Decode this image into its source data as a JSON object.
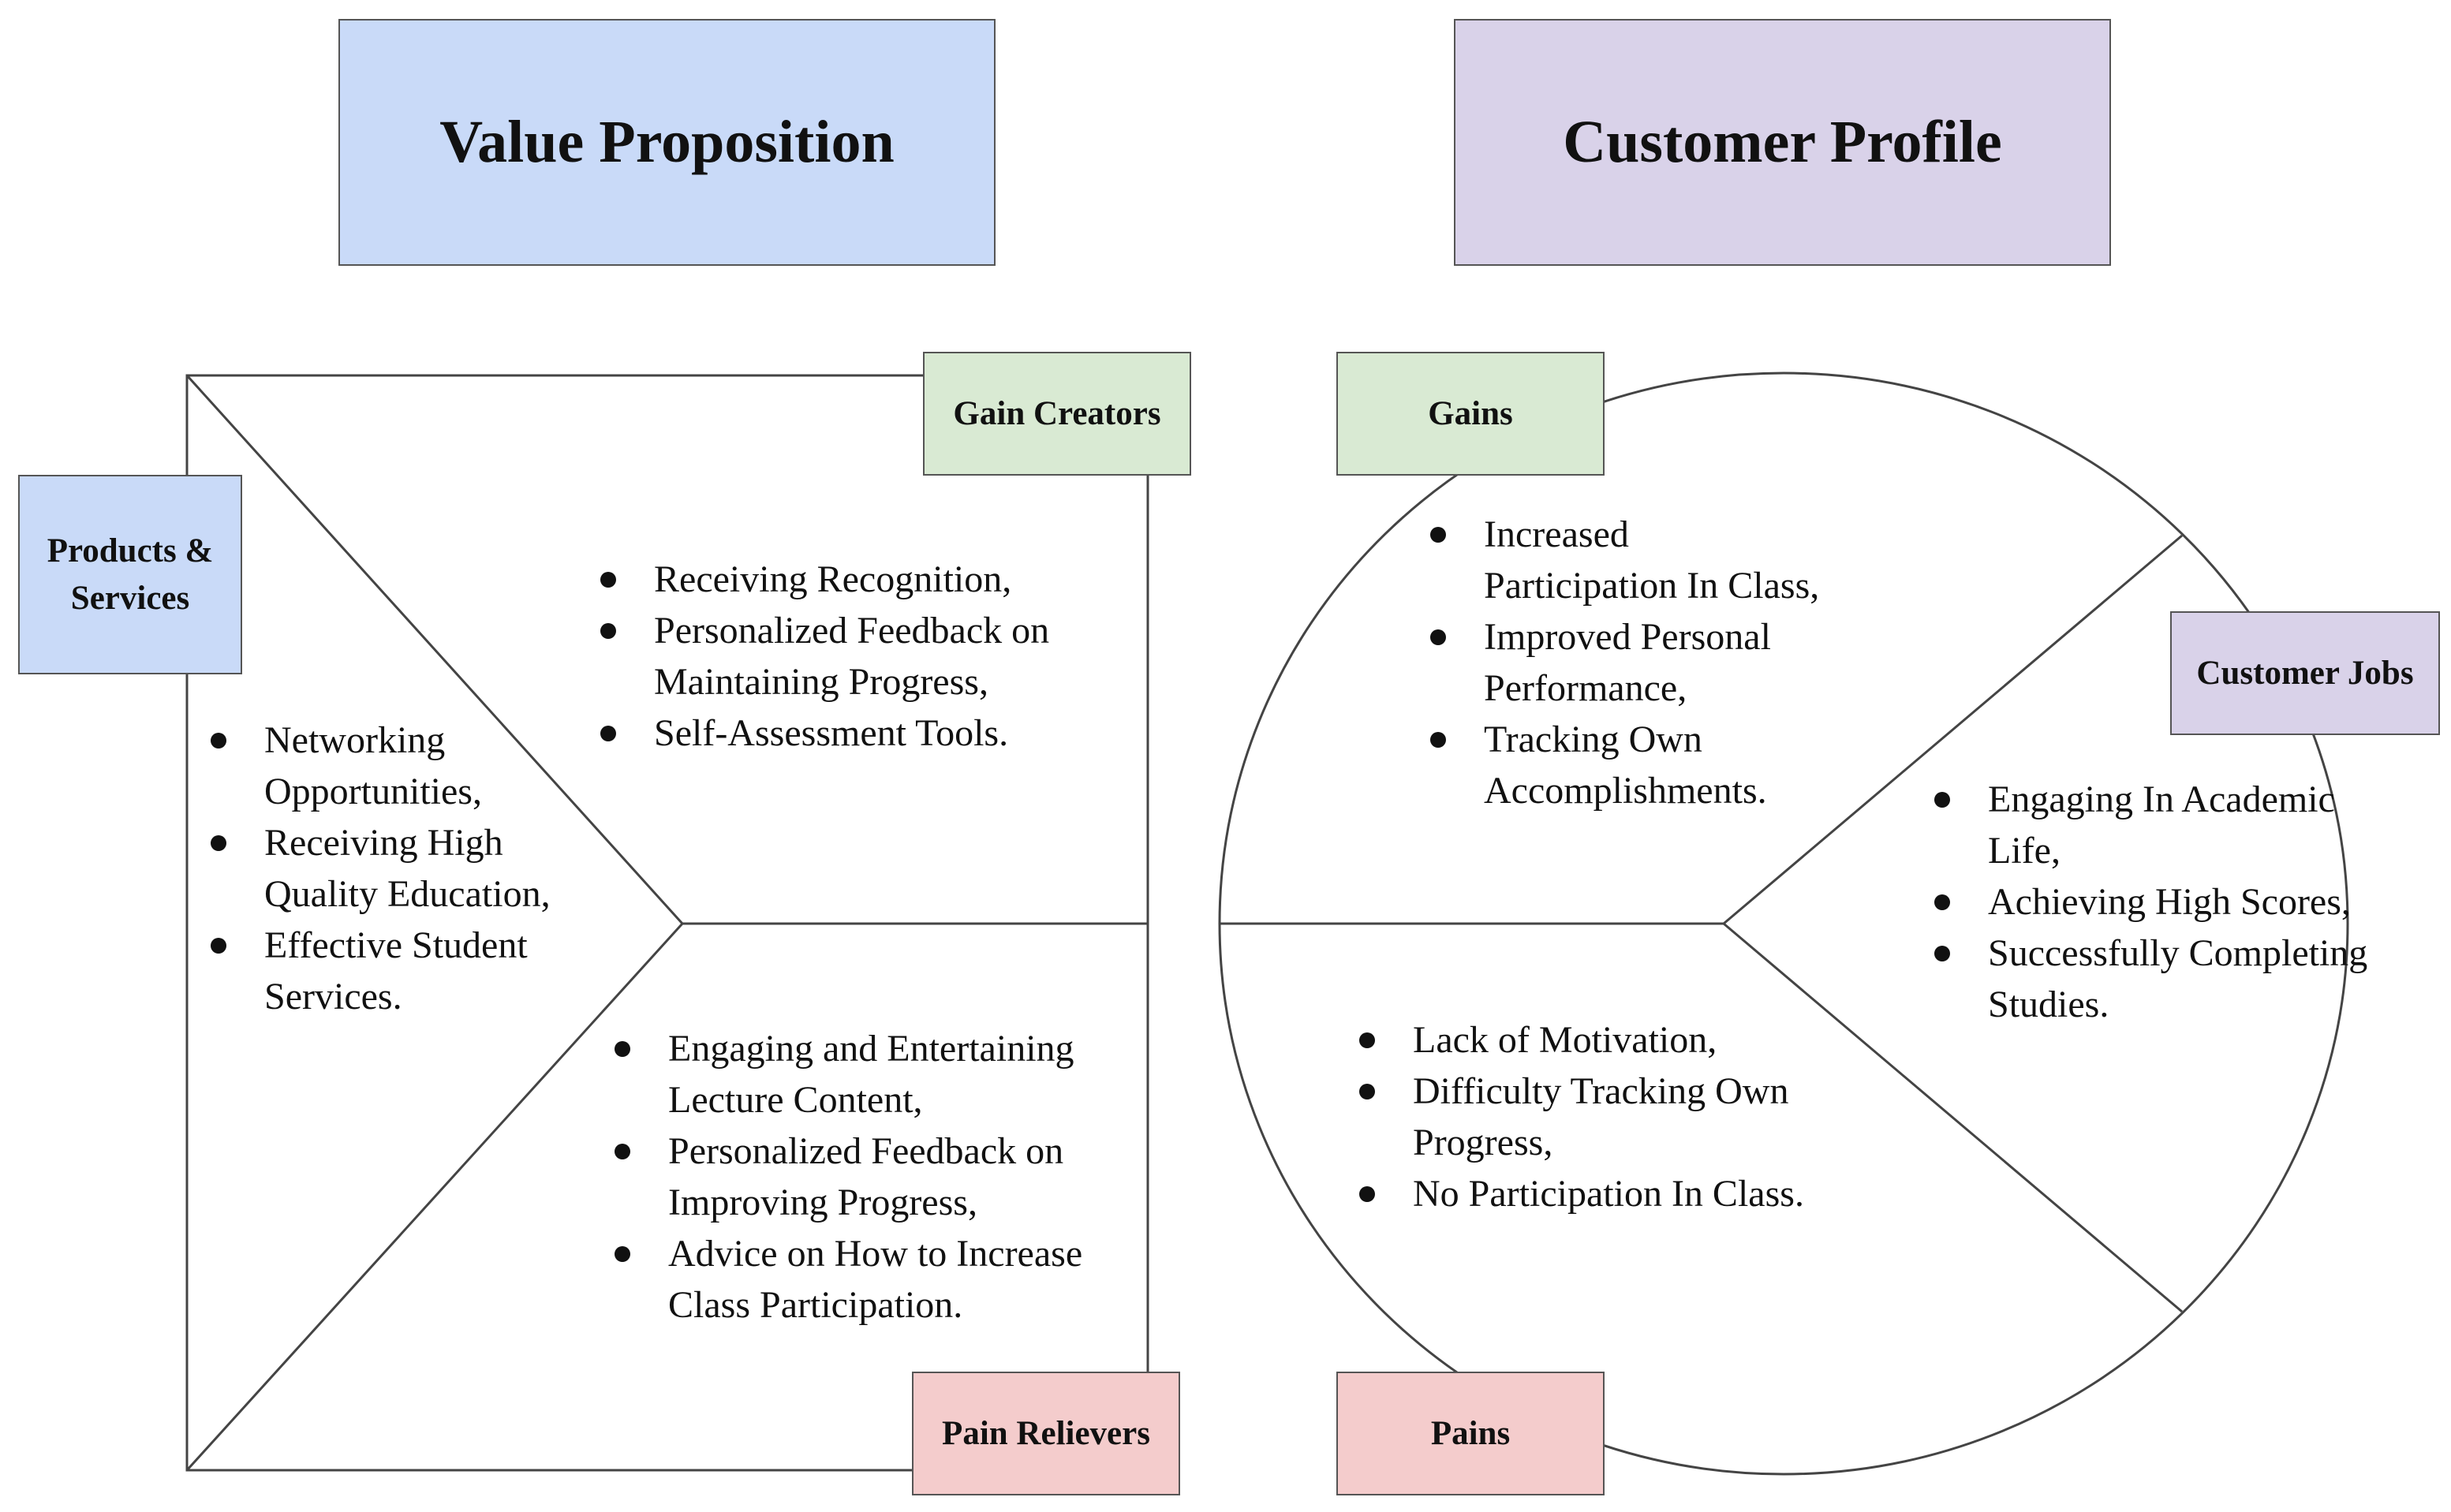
{
  "value_proposition": {
    "title": "Value Proposition",
    "color": "#c9daf8",
    "gain_creators": {
      "label": "Gain Creators",
      "color": "#d9ead3",
      "items": [
        "Receiving Recognition,",
        "Personalized Feedback on Maintaining Progress,",
        "Self-Assessment Tools."
      ]
    },
    "products_services": {
      "label_line1": "Products &",
      "label_line2": "Services",
      "color": "#c9daf8",
      "items": [
        "Networking Opportunities,",
        "Receiving High Quality Education,",
        "Effective Student Services."
      ]
    },
    "pain_relievers": {
      "label": "Pain Relievers",
      "color": "#f4cccc",
      "items": [
        "Engaging and Entertaining Lecture Content,",
        "Personalized Feedback on Improving Progress,",
        "Advice on How to Increase Class Participation."
      ]
    }
  },
  "customer_profile": {
    "title": "Customer Profile",
    "color": "#d9d2e9",
    "gains": {
      "label": "Gains",
      "color": "#d9ead3",
      "items": [
        "Increased Participation In Class,",
        "Improved Personal Performance,",
        "Tracking Own Accomplishments."
      ]
    },
    "customer_jobs": {
      "label": "Customer Jobs",
      "color": "#d9d2e9",
      "items": [
        "Engaging In Academic Life,",
        "Achieving High Scores,",
        "Successfully Completing Studies."
      ]
    },
    "pains": {
      "label": "Pains",
      "color": "#f4cccc",
      "items": [
        "Lack of Motivation,",
        "Difficulty Tracking Own Progress,",
        "No Participation In Class."
      ]
    }
  }
}
